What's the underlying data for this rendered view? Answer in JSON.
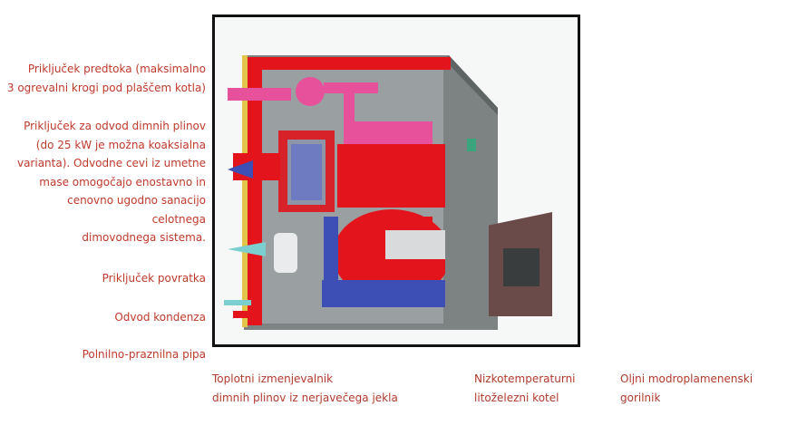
{
  "labels": {
    "left": [
      "Priključek predtoka (maksimalno\n3 ogrevalni krogi pod plaščem kotla)",
      "Priključek za odvod dimnih plinov\n(do 25 kW je možna koaksialna\nvarianta). Odvodne cevi iz umetne\nmase omogočajo enostavno in\ncenovno ugodno sanacijo\ncelotnega\ndimovodnega sistema.",
      "Priključek povratka",
      "Odvod kondenza",
      "Polnilno-praznilna pipa"
    ],
    "bottom": [
      "Toplotni izmenjevalnik\ndimnih plinov iz nerjavečega jekla",
      "Nizkotemperaturni\nlitoželezni kotel",
      "Oljni modroplamenenski\ngorilnik"
    ]
  },
  "colors": {
    "label_text": "#c0392b",
    "boiler_red": "#e3141b",
    "casing_gray": "#7d8283",
    "water_blue": "#3d4fb4",
    "pipe_pink": "#e7519b",
    "brass_yellow": "#e2c64a",
    "inlet_cyan": "#7ccfcf"
  }
}
